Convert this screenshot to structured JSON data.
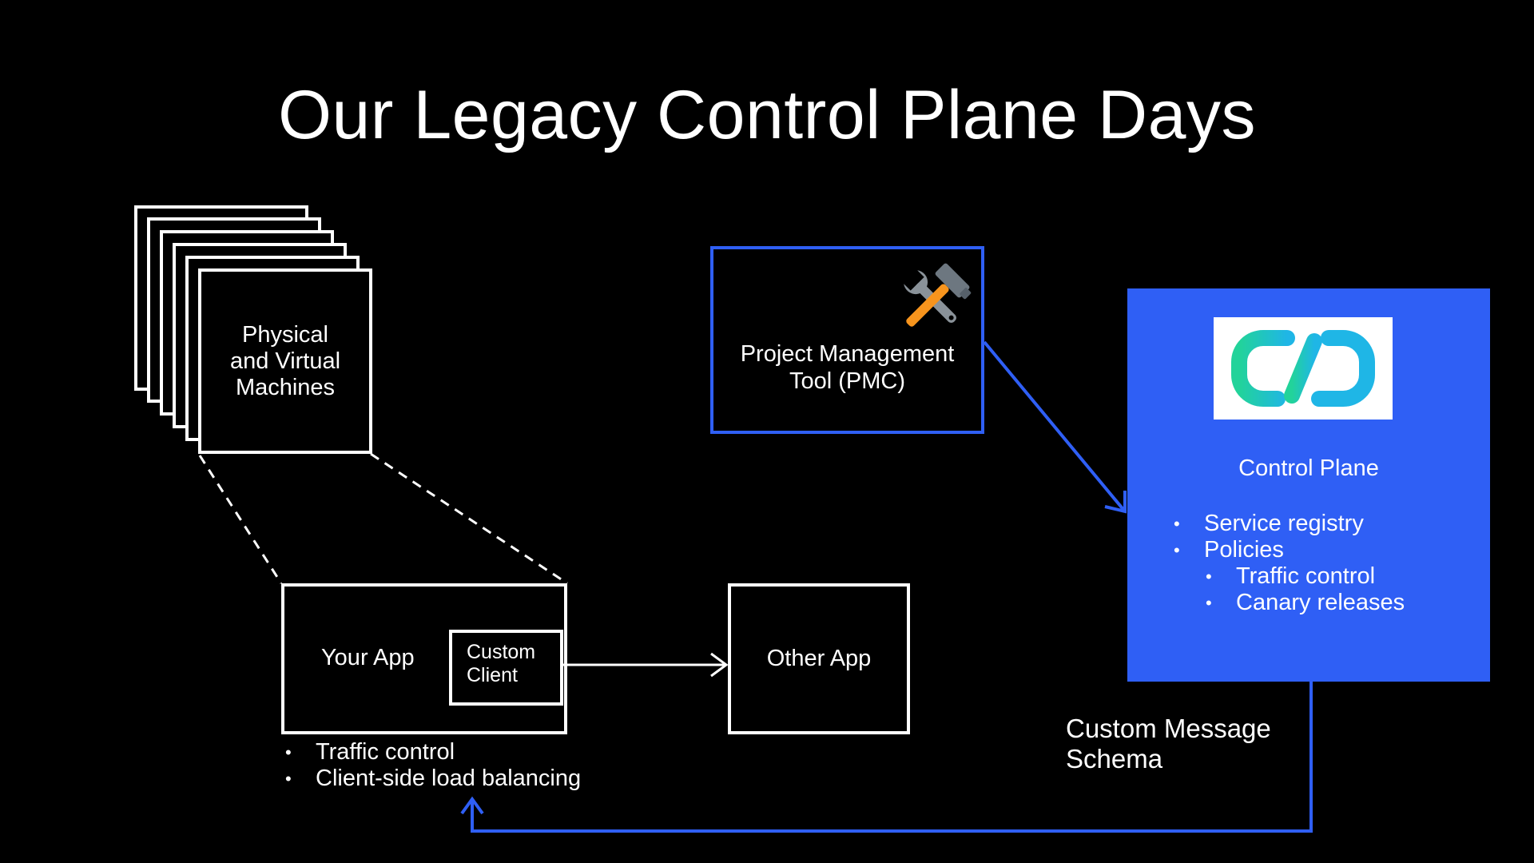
{
  "title": "Our Legacy Control Plane Days",
  "machines": {
    "label_line1": "Physical",
    "label_line2": "and Virtual",
    "label_line3": "Machines"
  },
  "pmc": {
    "label_line1": "Project Management",
    "label_line2": "Tool (PMC)",
    "icon": "hammer-and-wrench-icon"
  },
  "your_app": {
    "label": "Your App",
    "client_line1": "Custom",
    "client_line2": "Client",
    "bullets": [
      "Traffic control",
      "Client-side load balancing"
    ]
  },
  "other_app": {
    "label": "Other App"
  },
  "control_plane": {
    "label": "Control Plane",
    "bullets": [
      "Service registry",
      "Policies"
    ],
    "sub_bullets": [
      "Traffic control",
      "Canary releases"
    ],
    "logo": "chain-link-logo"
  },
  "message_schema": {
    "line1": "Custom Message",
    "line2": "Schema"
  },
  "colors": {
    "background": "#000000",
    "accent_blue": "#2f5ff5",
    "logo_cyan": "#1fc8e3",
    "logo_green": "#22d39a"
  }
}
